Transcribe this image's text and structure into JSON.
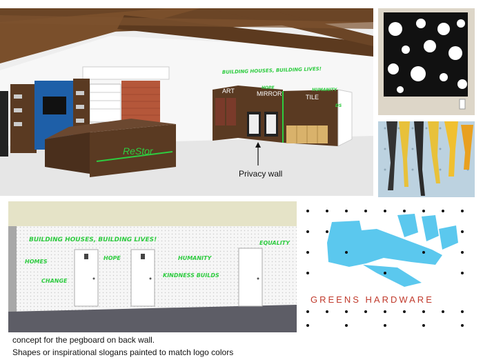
{
  "store_render": {
    "sign_text": "ReStor",
    "slogan": "BUILDING HOUSES, BUILDING LIVES!",
    "zones": [
      "ART",
      "MIRROR",
      "HOPE",
      "TILE",
      "HUMANITY",
      "DS"
    ],
    "annotation": "Privacy wall"
  },
  "pegboard_wall": {
    "slogans": {
      "main": "BUILDING HOUSES, BUILDING LIVES!",
      "homes": "HOMES",
      "hope": "HOPE",
      "humanity": "HUMANITY",
      "change": "CHANGE",
      "kindness": "KINDNESS BUILDS",
      "equality": "EQUALITY"
    }
  },
  "logo": {
    "text": "GREENS HARDWARE"
  },
  "captions": {
    "line1": "concept for the pegboard on back wall.",
    "line2": "Shapes or inspirational slogans painted to match logo colors"
  },
  "colors": {
    "slogan_green": "#2ecc40",
    "logo_blue": "#5bc8ee",
    "logo_red": "#c0392b",
    "wood": "#5a3a22",
    "blue_wall": "#1e5fa8"
  }
}
